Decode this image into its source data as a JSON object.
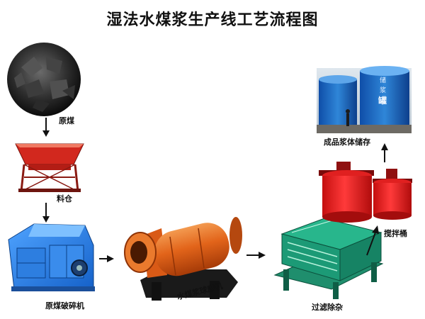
{
  "title": "湿法水煤浆生产线工艺流程图",
  "stages": {
    "raw_coal": "原煤",
    "hopper": "料仓",
    "crusher": "原煤破碎机",
    "ball_mill": "水煤浆球磨机",
    "screen": "过滤除杂",
    "agitator": "搅拌桶",
    "storage": "成品浆体储存"
  },
  "tank_sign": [
    "储",
    "浆",
    "罐"
  ]
}
